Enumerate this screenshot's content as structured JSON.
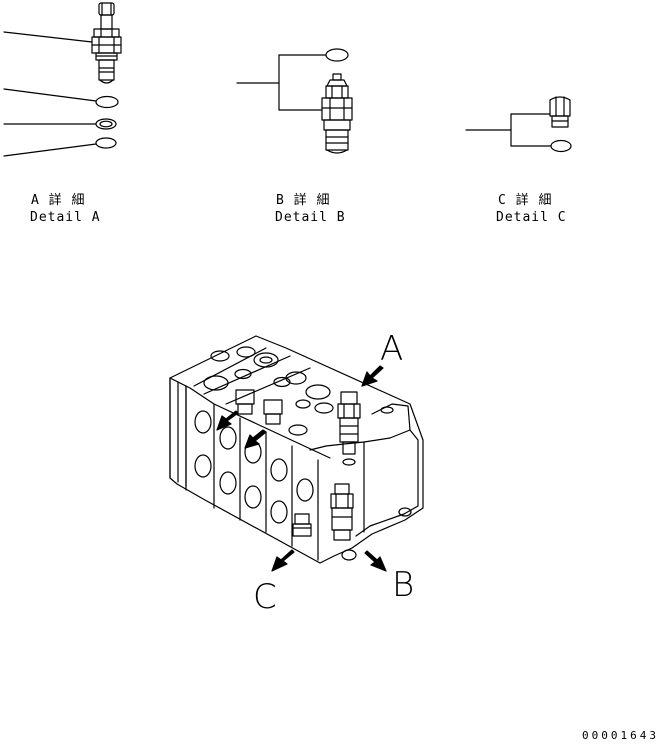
{
  "details": [
    {
      "jp": "A 詳 細",
      "en": "Detail A"
    },
    {
      "jp": "B 詳 細",
      "en": "Detail B"
    },
    {
      "jp": "C 詳 細",
      "en": "Detail C"
    }
  ],
  "callouts": {
    "a": "A",
    "b": "B",
    "c": "C"
  },
  "doc_number": "00001643"
}
